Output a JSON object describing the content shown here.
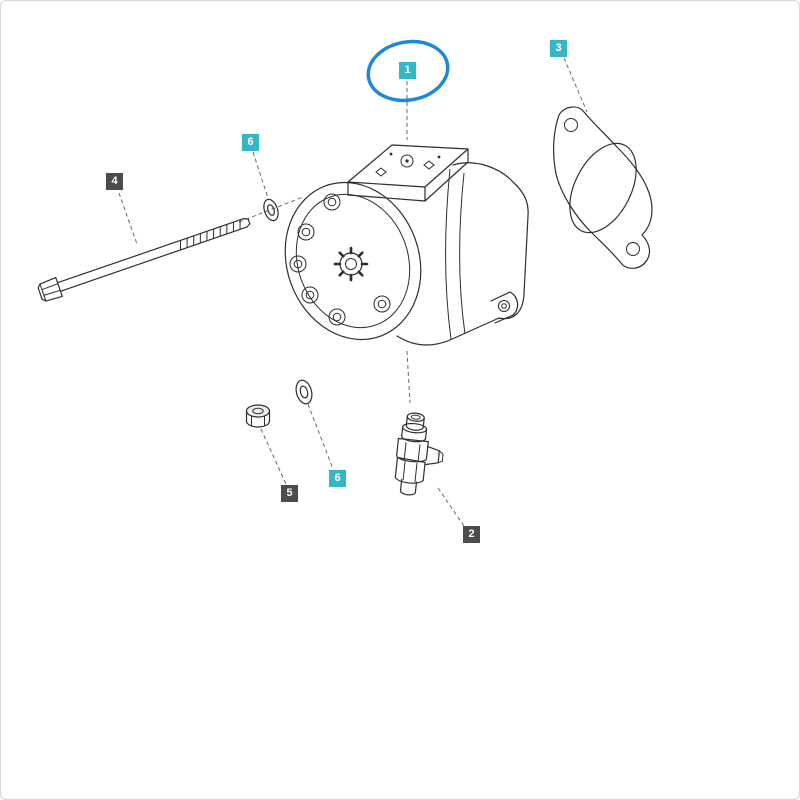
{
  "page": {
    "kind": "exploded-parts-diagram",
    "background": "#ffffff"
  },
  "colors": {
    "teal_label": "#35b6c5",
    "dark_label": "#4c4c4c",
    "highlight_circle": "#1d87da",
    "line": "#2e2e2e"
  },
  "labels": [
    {
      "text": "1",
      "variant": "teal",
      "part": "pump-assembly",
      "highlighted": true
    },
    {
      "text": "2",
      "variant": "dark",
      "part": "elbow-fitting"
    },
    {
      "text": "3",
      "variant": "teal",
      "part": "gasket"
    },
    {
      "text": "4",
      "variant": "dark",
      "part": "hex-bolt"
    },
    {
      "text": "5",
      "variant": "dark",
      "part": "hex-nut"
    },
    {
      "text": "6",
      "variant": "teal",
      "part": "washer-upper"
    },
    {
      "text": "6",
      "variant": "teal",
      "part": "washer-lower"
    }
  ]
}
